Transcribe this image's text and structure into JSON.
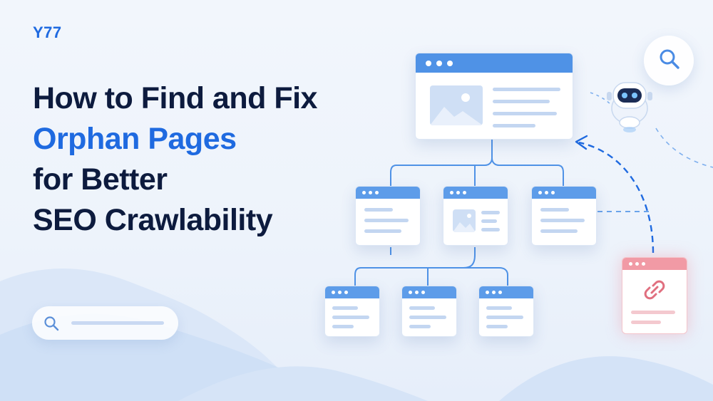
{
  "brand": {
    "logo_text": "Y77"
  },
  "headline": {
    "line1": "How to Find and Fix",
    "line2": "Orphan Pages",
    "line3": "for Better",
    "line4": "SEO Crawlability"
  },
  "colors": {
    "accent": "#1f6ae0",
    "headline": "#0d1b3e",
    "card_header": "#5d9ce9",
    "orphan": "#f19aa5",
    "background": "#eef3fb"
  },
  "icons": [
    "search-icon",
    "image-icon",
    "broken-link-icon",
    "robot-icon",
    "arrow-icon"
  ]
}
